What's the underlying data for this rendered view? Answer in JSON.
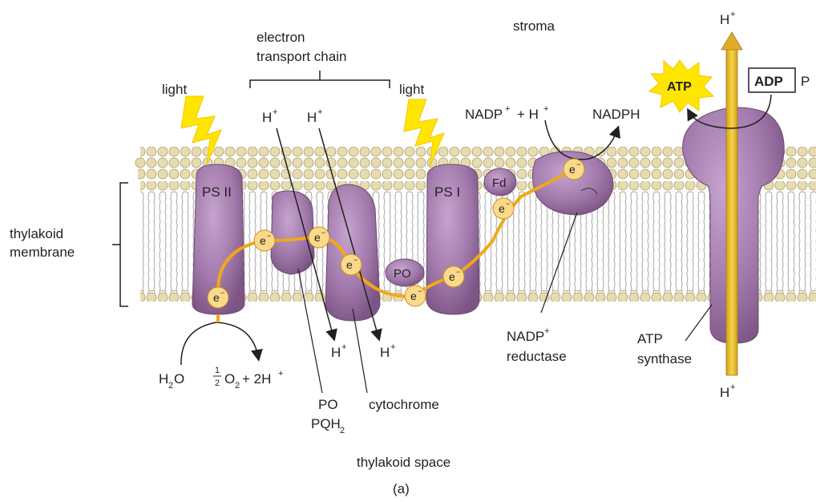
{
  "labels": {
    "stroma": "stroma",
    "electron_transport_chain_line1": "electron",
    "electron_transport_chain_line2": "transport chain",
    "light_left": "light",
    "light_right": "light",
    "thylakoid_membrane_line1": "thylakoid",
    "thylakoid_membrane_line2": "membrane",
    "thylakoid_space": "thylakoid space",
    "caption": "(a)",
    "nadp_reductase_line1": "NADP",
    "nadp_reductase_sup": "+",
    "nadp_reductase_line2": "reductase",
    "atp_synthase_line1": "ATP",
    "atp_synthase_line2": "synthase",
    "cytochrome": "cytochrome",
    "po": "PO",
    "pqh2_base": "PQH",
    "pqh2_sub": "2",
    "h2o_base": "H",
    "h2o_sub": "2",
    "h2o_tail": "O",
    "half_num": "1",
    "half_den": "2",
    "o2_base": "O",
    "o2_sub": "2",
    "plus_2h": "+ 2H",
    "plus_sup": "+",
    "nadp_eq_base": "NADP",
    "nadp_eq_plus": "+ H",
    "nadph": "NADPH",
    "atp_burst": "ATP",
    "adp_box": "ADP",
    "p_partial": "P",
    "h": "H",
    "e": "e"
  },
  "proteins": {
    "ps2": "PS II",
    "ps1": "PS I",
    "fd": "Fd",
    "po_protein": "PO"
  },
  "colors": {
    "protein_fill": "#a97fb0",
    "protein_dark": "#7d5586",
    "electron_path": "#f0a818",
    "electron_circle": "#fbd98a",
    "lipid_head": "#e6dcb0",
    "lipid_stroke": "#a89a6a",
    "lightning": "#ffe600",
    "atp_burst": "#ffe600",
    "atp_arrow": "#f0c020"
  }
}
